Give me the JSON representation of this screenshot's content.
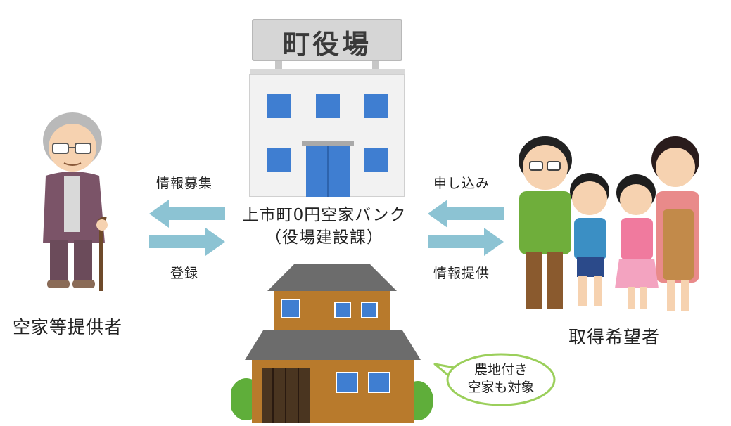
{
  "townhall": {
    "sign": "町役場"
  },
  "center": {
    "line1": "上市町0円空家バンク",
    "line2": "（役場建設課）"
  },
  "provider": {
    "label": "空家等提供者"
  },
  "seeker": {
    "label": "取得希望者"
  },
  "arrows": {
    "recruit": "情報募集",
    "register": "登録",
    "apply": "申し込み",
    "provide": "情報提供"
  },
  "bubble": {
    "line1": "農地付き",
    "line2": "空家も対象"
  },
  "colors": {
    "arrow": "#8cc3d3",
    "window": "#3f7ed1",
    "sign_bg": "#d8d8d8",
    "house_wood": "#b87a2c",
    "roof": "#6c6c6c",
    "bubble_border": "#9bcf5b"
  }
}
